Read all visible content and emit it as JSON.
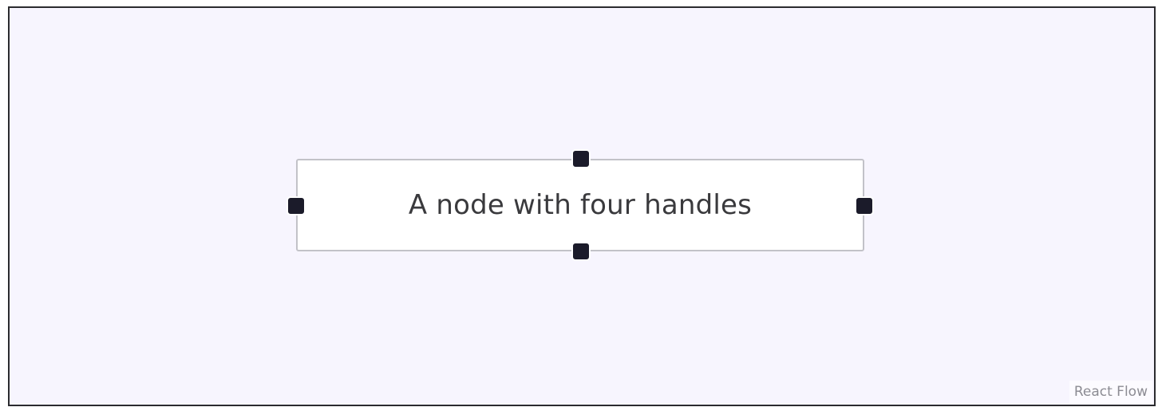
{
  "node": {
    "label": "A node with four handles"
  },
  "handles": [
    {
      "id": "top",
      "icon": "square-handle-icon"
    },
    {
      "id": "bottom",
      "icon": "square-handle-icon"
    },
    {
      "id": "left",
      "icon": "square-handle-icon"
    },
    {
      "id": "right",
      "icon": "square-handle-icon"
    }
  ],
  "attribution": {
    "text": "React Flow"
  },
  "colors": {
    "canvas_background": "#f7f5fe",
    "node_background": "#ffffff",
    "node_border": "#c2c2c8",
    "handle": "#1b1b2a",
    "attribution_text": "#8c8c93"
  }
}
